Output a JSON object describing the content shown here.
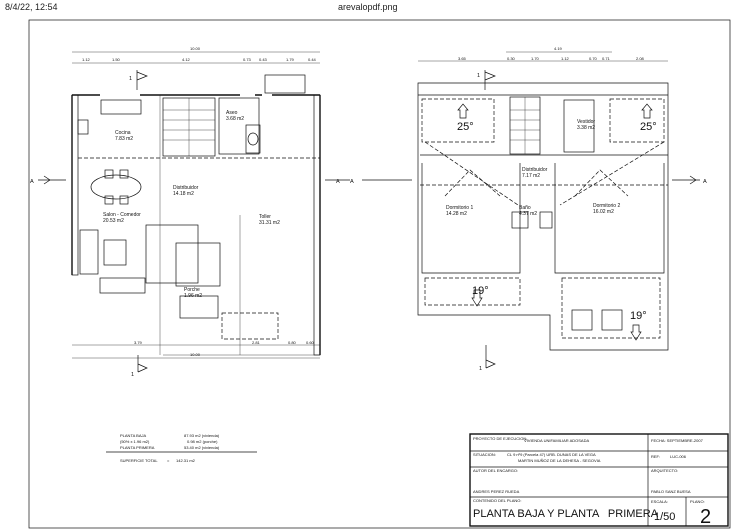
{
  "header": {
    "datetime": "8/4/22, 12:54",
    "filename": "arevalopdf.png"
  },
  "ground_floor": {
    "rooms": [
      {
        "name": "Aseo",
        "area": "3.68 m2"
      },
      {
        "name": "Cocina",
        "area": "7.83 m2"
      },
      {
        "name": "Distribuidor",
        "area": "14.18 m2"
      },
      {
        "name": "Salon - Comedor",
        "area": "20.53 m2"
      },
      {
        "name": "Toller",
        "area": "31.31 m2"
      },
      {
        "name": "Porche",
        "area": "1.96 m2"
      }
    ],
    "dims_top_total": "10.00",
    "dims_top": [
      "1.12",
      "1.50",
      "4.12",
      "0.73",
      "0.43",
      "1.79",
      "0.44"
    ],
    "dims_bottom_total": "10.00",
    "dims_bottom": [
      "3.79",
      "2.81",
      "0.80",
      "0.60"
    ],
    "section_marks": [
      "A",
      "A",
      "1",
      "1"
    ]
  },
  "first_floor": {
    "rooms": [
      {
        "name": "Vestidor",
        "area": "3.38 m2"
      },
      {
        "name": "Distribuidor",
        "area": "7.17 m2"
      },
      {
        "name": "Dormitorio 1",
        "area": "14.28 m2"
      },
      {
        "name": "Baño",
        "area": "4.37 m2"
      },
      {
        "name": "Dormitorio 2",
        "area": "16.02 m2"
      }
    ],
    "slopes": [
      "25°",
      "25°",
      "19°",
      "19°"
    ],
    "dims_top_total": "4.19",
    "dims_top": [
      "3.65",
      "0.30",
      "1.70",
      "1.12",
      "0.70",
      "0.71",
      "2.08"
    ],
    "section_marks": [
      "A",
      "A",
      "1",
      "1"
    ]
  },
  "areas": {
    "rows": [
      {
        "label": "PLANTA BAJA",
        "value": "87.93 m2 (vivienda)"
      },
      {
        "label": "(50% x 1.96 m2)",
        "value": "0.98 m2 (porche)"
      },
      {
        "label": "PLANTA PRIMERA",
        "value": "53.40 m2 (vivienda)"
      }
    ],
    "total_label": "SUPERFICIE TOTAL",
    "total_eq": "=",
    "total_value": "142.31 m2"
  },
  "title_block": {
    "project_label": "PROYECTO DE EJECUCION:",
    "project_value": "VIVIENDA UNIFAMILIAR ADOSADA",
    "date_label": "FECHA: SEPTIEMBRE-2007",
    "situation_label": "SITUACION:",
    "situation_line1": "CL 9 nº9 (Parcela 47) URB. DUNAS DE LA VEGA",
    "situation_line2": "MARTIN MUÑOZ DE LA DEHESA - SEGOVIA",
    "ref_label": "REF:",
    "ref_value": "LUC-006",
    "author_label": "AUTOR DEL ENCARGO:",
    "author_value": "ANDRES PEREZ RUEDA",
    "architect_label": "ARQUITECTO:",
    "architect_value": "PABLO SANZ BUESA",
    "content_label": "CONTENIDO DEL PLANO:",
    "content_value": "PLANTA BAJA Y PLANTA   PRIMERA",
    "scale_label": "ESCALA:",
    "scale_value": "1/50",
    "sheet_label": "PLANO:",
    "sheet_value": "2"
  }
}
